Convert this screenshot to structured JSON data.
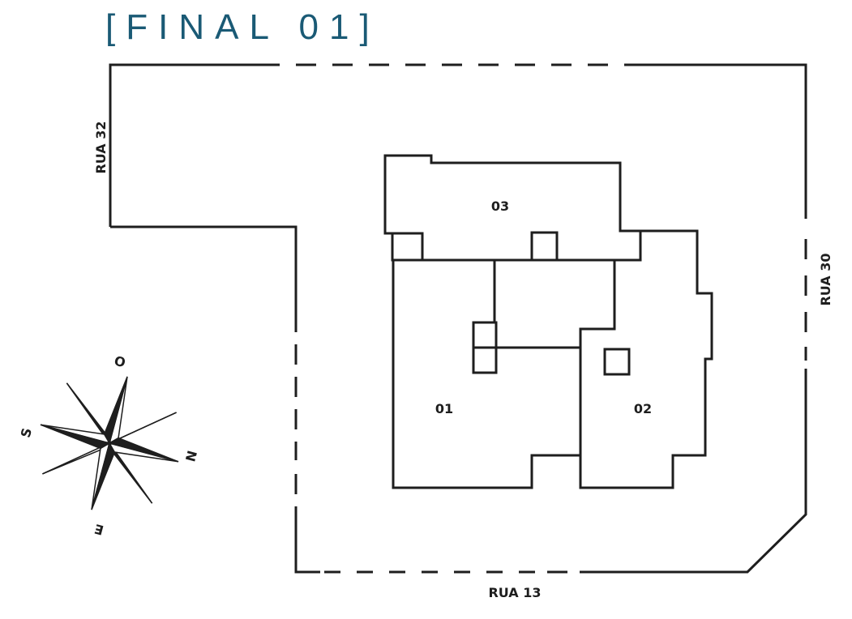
{
  "title": "[FINAL 01]",
  "colors": {
    "title": "#1a5a75",
    "highlight": "#14a3dc",
    "line": "#1e1e1e"
  },
  "streets": {
    "north": "RUA 32",
    "east": "RUA 30",
    "south": "RUA 13"
  },
  "units": [
    {
      "id": "01",
      "label": "01",
      "highlighted": true
    },
    {
      "id": "02",
      "label": "02",
      "highlighted": false
    },
    {
      "id": "03",
      "label": "03",
      "highlighted": false
    }
  ],
  "compass": {
    "n": "N",
    "s": "S",
    "e": "E",
    "o": "O"
  }
}
